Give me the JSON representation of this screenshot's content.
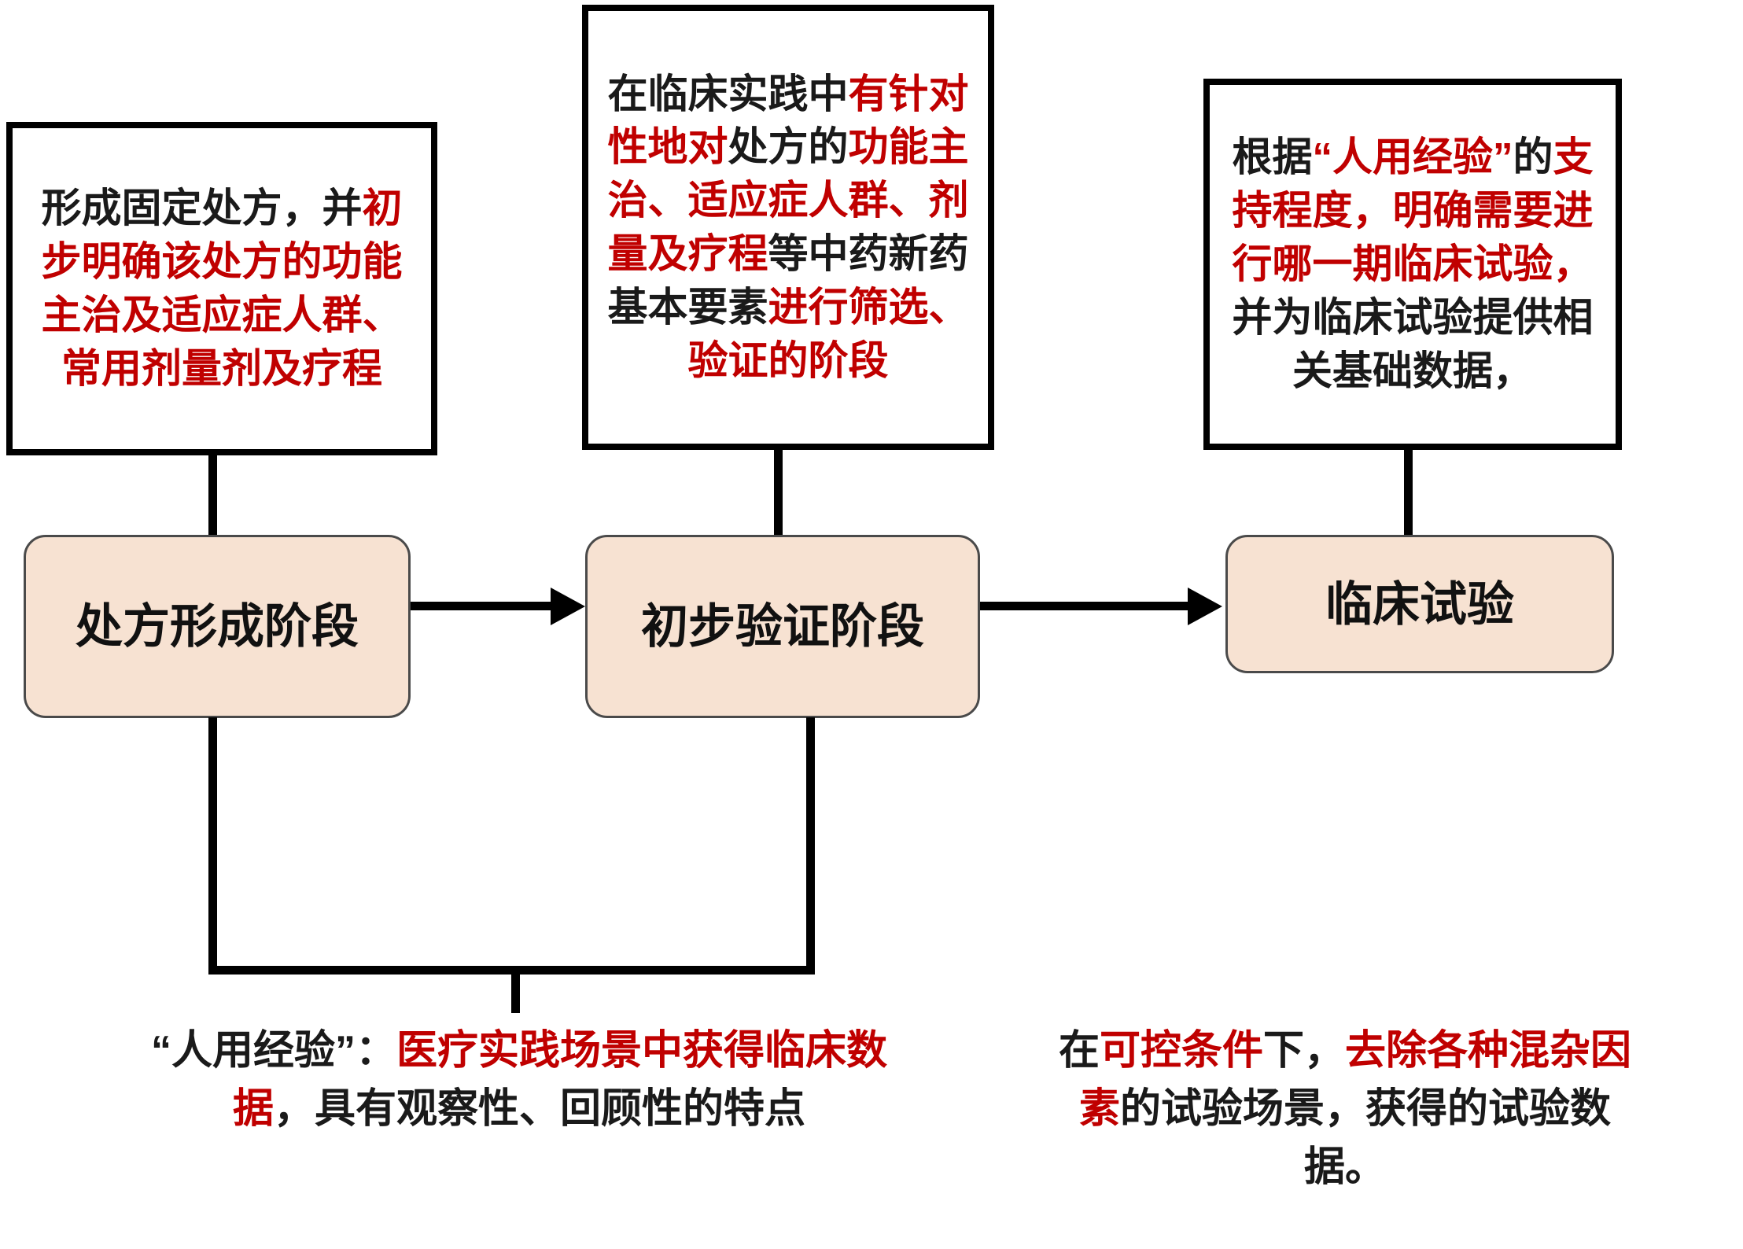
{
  "colors": {
    "red": "#c00000",
    "black": "#1a1a1a",
    "stage_fill": "#f7e2d2",
    "border": "#000000"
  },
  "top_boxes": [
    {
      "id": "formation-note",
      "segments": [
        {
          "t": "形成固定处方，并",
          "c": "black"
        },
        {
          "t": "初步明确该处方的功能主治及适应症人群、常用剂量剂及疗程",
          "c": "red"
        }
      ]
    },
    {
      "id": "verification-note",
      "segments": [
        {
          "t": "在临床实践中",
          "c": "black"
        },
        {
          "t": "有针对性地对",
          "c": "red"
        },
        {
          "t": "处方的",
          "c": "black"
        },
        {
          "t": "功能主治、适应症人群、剂量及疗程",
          "c": "red"
        },
        {
          "t": "等中药新药基本要素",
          "c": "black"
        },
        {
          "t": "进行筛选、验证的阶段",
          "c": "red"
        }
      ]
    },
    {
      "id": "clinical-note",
      "segments": [
        {
          "t": "根据",
          "c": "black"
        },
        {
          "t": "“人用经验”",
          "c": "red"
        },
        {
          "t": "的",
          "c": "black"
        },
        {
          "t": "支持程度，明确需要进行哪一期临床试验，",
          "c": "red"
        },
        {
          "t": "并为临床试验提供相关基础数据，",
          "c": "black"
        }
      ]
    }
  ],
  "stages": [
    {
      "label": "处方形成阶段"
    },
    {
      "label": "初步验证阶段"
    },
    {
      "label": "临床试验"
    }
  ],
  "footnotes": [
    {
      "id": "human-use-experience-note",
      "segments": [
        {
          "t": "“人用经验”：",
          "c": "black"
        },
        {
          "t": "医疗实践场景中获得临床数据",
          "c": "red"
        },
        {
          "t": "，具有观察性、回顾性的特点",
          "c": "black"
        }
      ]
    },
    {
      "id": "controlled-trial-note",
      "segments": [
        {
          "t": "在",
          "c": "black"
        },
        {
          "t": "可控条件",
          "c": "red"
        },
        {
          "t": "下，",
          "c": "black"
        },
        {
          "t": "去除各种混杂因素",
          "c": "red"
        },
        {
          "t": "的试验场景，获得的试验数据。",
          "c": "black"
        }
      ]
    }
  ]
}
